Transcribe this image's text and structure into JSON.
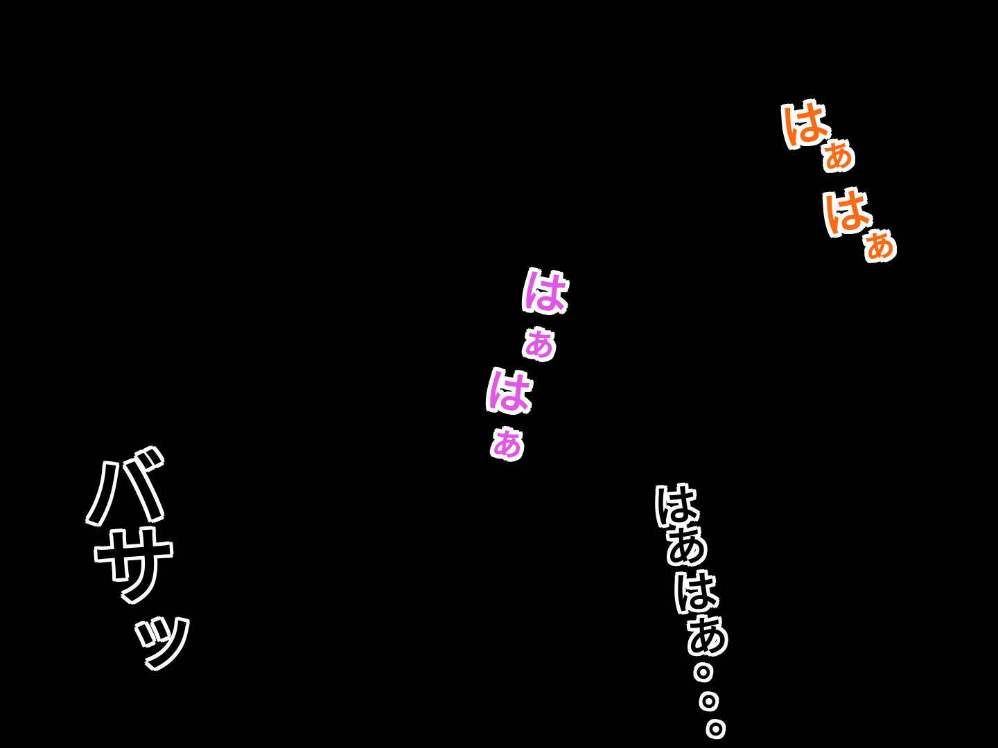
{
  "colors": {
    "background": "#000000",
    "orange": "#ff6a14",
    "pink": "#e056e6",
    "outline": "#ffffff"
  },
  "sfx": {
    "orange": [
      "は",
      "ぁ",
      "は",
      "ぁ"
    ],
    "pink": [
      "は",
      "ぁ",
      "は",
      "ぁ"
    ],
    "white": [
      "は",
      "あ",
      "は",
      "あ",
      "。",
      "。",
      "。"
    ],
    "basatsu": [
      "バ",
      "サ",
      "ッ"
    ]
  }
}
